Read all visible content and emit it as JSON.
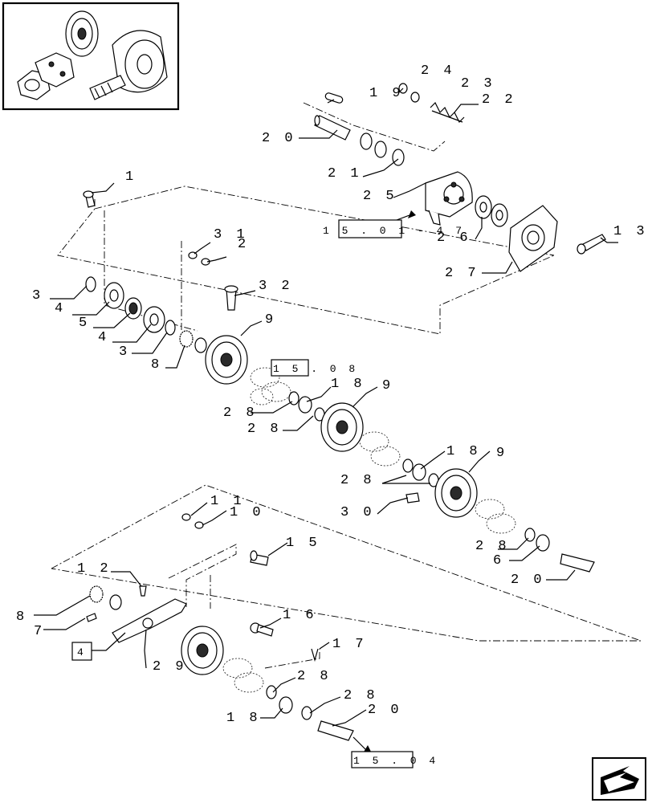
{
  "labels": {
    "l_24": "2 4",
    "l_19": "1 9",
    "l_23": "2 3",
    "l_22": "2 2",
    "l_20a": "2 0",
    "l_21": "2 1",
    "l_25": "2 5",
    "l_26": "2 6",
    "l_13": "1 3",
    "l_27": "2 7",
    "l_1": "1",
    "l_31": "3 1",
    "l_2": "2",
    "l_32": "3 2",
    "l_3a": "3",
    "l_4a": "4",
    "l_5": "5",
    "l_4b": "4",
    "l_3b": "3",
    "l_8a": "8",
    "l_9a": "9",
    "l_18a": "1 8",
    "l_9b": "9",
    "l_28a": "2 8",
    "l_28b": "2 8",
    "l_18b": "1 8",
    "l_9c": "9",
    "l_28c": "2 8",
    "l_30": "3 0",
    "l_11": "1 1",
    "l_10": "1 0",
    "l_15": "1 5",
    "l_28d": "2 8",
    "l_6": "6",
    "l_20b": "2 0",
    "l_12": "1 2",
    "l_8b": "8",
    "l_7": "7",
    "l_29": "2 9",
    "l_16": "1 6",
    "l_17": "1 7",
    "l_28e": "2 8",
    "l_28f": "2 8",
    "l_18c": "1 8",
    "l_20c": "2 0"
  },
  "refs": {
    "r_1501": "1 5 . 0 1 - 4 7",
    "r_1508": "1 5 . 0 8",
    "r_4": "4",
    "r_1504": "1 5 . 0 4"
  },
  "icons": {
    "thumbnail": "assembly-thumbnail-icon",
    "nav": "back-arrow-icon"
  }
}
